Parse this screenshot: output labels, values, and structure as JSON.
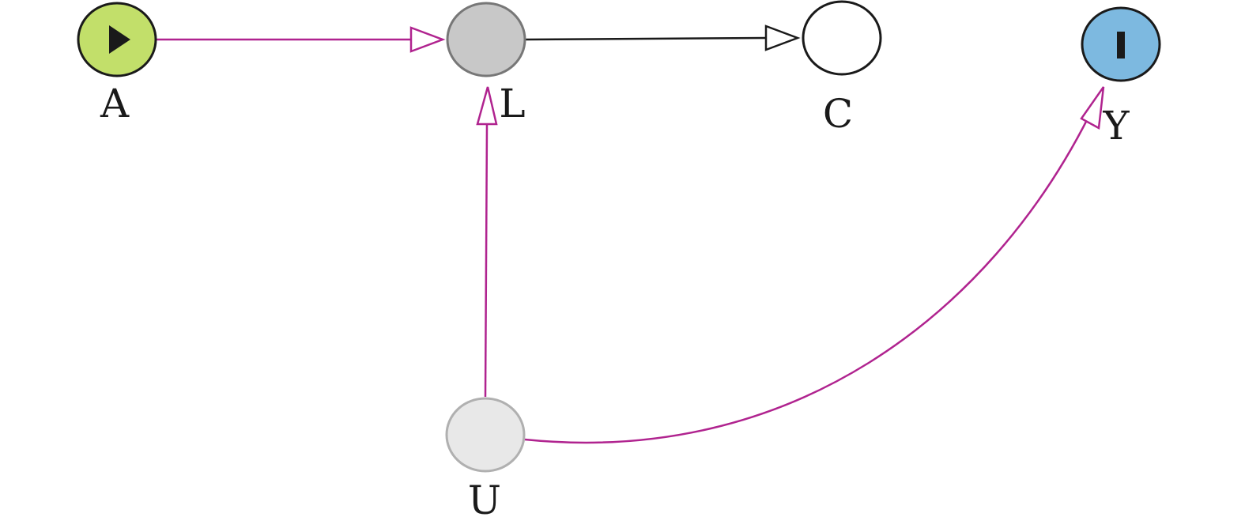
{
  "nodes": {
    "A": {
      "label": "A",
      "fill": "#c2df6a",
      "stroke": "#1a1a1a",
      "icon": "play-icon"
    },
    "L": {
      "label": "L",
      "fill": "#c8c8c8",
      "stroke": "#777777"
    },
    "C": {
      "label": "C",
      "fill": "#ffffff",
      "stroke": "#1a1a1a"
    },
    "Y": {
      "label": "Y",
      "fill": "#7db9e0",
      "stroke": "#1a1a1a",
      "icon": "bar-icon"
    },
    "U": {
      "label": "U",
      "fill": "#e8e8e8",
      "stroke": "#b0b0b0"
    }
  },
  "edges": [
    {
      "from": "A",
      "to": "L",
      "color": "#b0238f"
    },
    {
      "from": "L",
      "to": "C",
      "color": "#1a1a1a"
    },
    {
      "from": "U",
      "to": "L",
      "color": "#b0238f"
    },
    {
      "from": "U",
      "to": "Y",
      "color": "#b0238f"
    }
  ],
  "colors": {
    "causal_path": "#b0238f",
    "other_path": "#1a1a1a"
  }
}
